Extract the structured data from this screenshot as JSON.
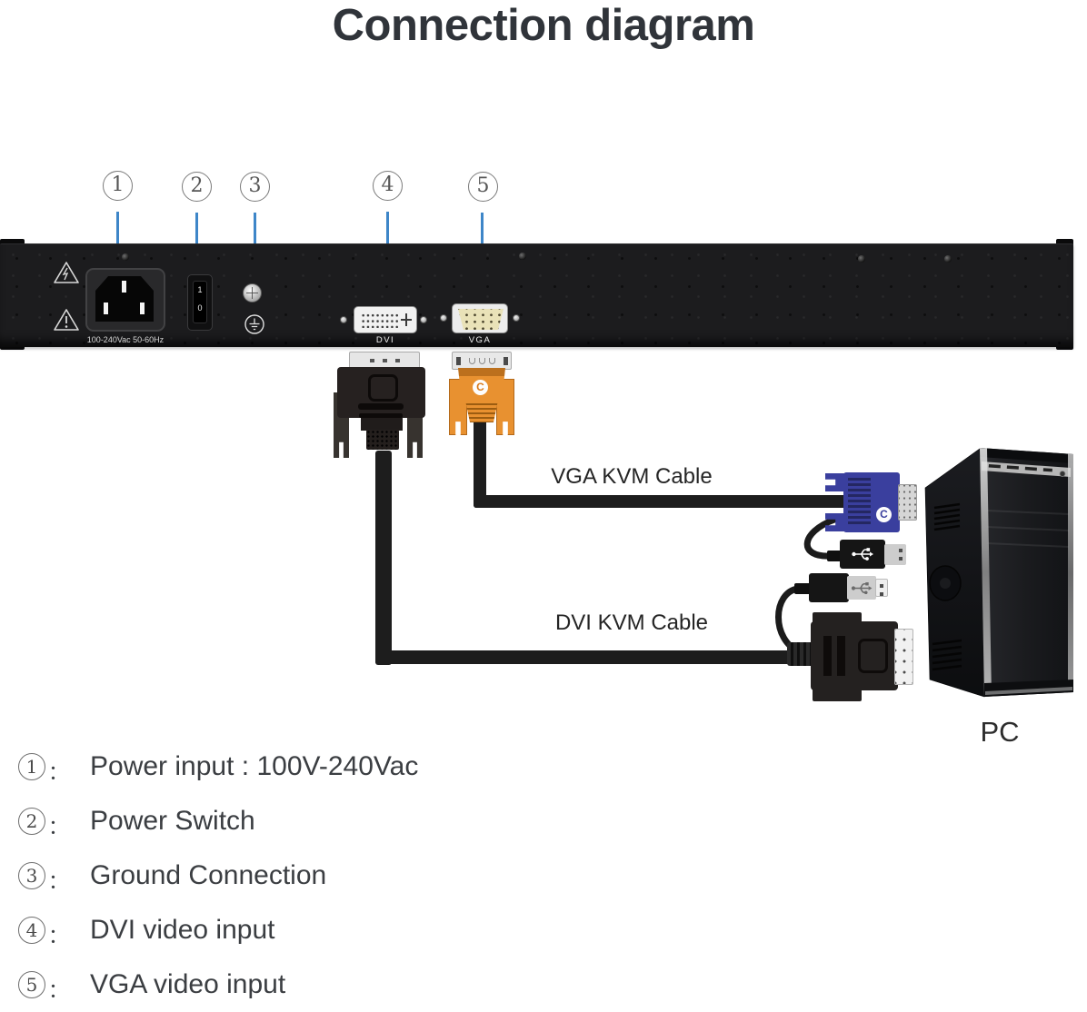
{
  "title": "Connection diagram",
  "callouts": [
    {
      "num": "1"
    },
    {
      "num": "2"
    },
    {
      "num": "3"
    },
    {
      "num": "4"
    },
    {
      "num": "5"
    }
  ],
  "device": {
    "power_rating": "100-240Vac 50-60Hz",
    "switch_on": "1",
    "switch_off": "0",
    "dvi_port_label": "DVI",
    "vga_port_label": "VGA"
  },
  "connectors": {
    "vga_plug_logo": "C",
    "vga_connector_logo": "C"
  },
  "cable_labels": {
    "vga": "VGA KVM Cable",
    "dvi": "DVI KVM Cable"
  },
  "pc_label": "PC",
  "legend": [
    {
      "num": "1",
      "colon": "：",
      "text": "Power input : 100V-240Vac"
    },
    {
      "num": "2",
      "colon": "：",
      "text": "Power Switch"
    },
    {
      "num": "3",
      "colon": "：",
      "text": "Ground Connection"
    },
    {
      "num": "4",
      "colon": "：",
      "text": "DVI video input"
    },
    {
      "num": "5",
      "colon": "：",
      "text": "VGA video input"
    }
  ],
  "colors": {
    "callout_blue": "#3e86c8",
    "panel_black": "#1c1c1e",
    "plug_orange": "#e89130",
    "connector_blue": "#3a3f9e",
    "vga_port_cream": "#e9e2b8"
  }
}
